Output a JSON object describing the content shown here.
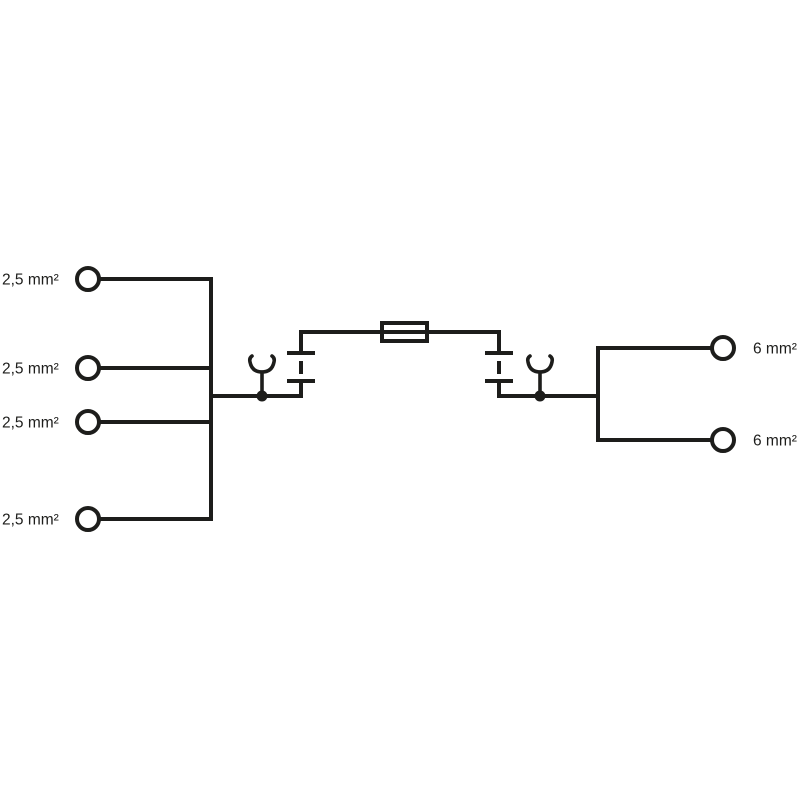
{
  "diagram": {
    "left_terminals": [
      {
        "label": "2,5 mm²"
      },
      {
        "label": "2,5 mm²"
      },
      {
        "label": "2,5 mm²"
      },
      {
        "label": "2,5 mm²"
      }
    ],
    "right_terminals": [
      {
        "label": "6 mm²"
      },
      {
        "label": "6 mm²"
      }
    ],
    "colors": {
      "line": "#1d1d1b",
      "background": "#ffffff"
    }
  }
}
